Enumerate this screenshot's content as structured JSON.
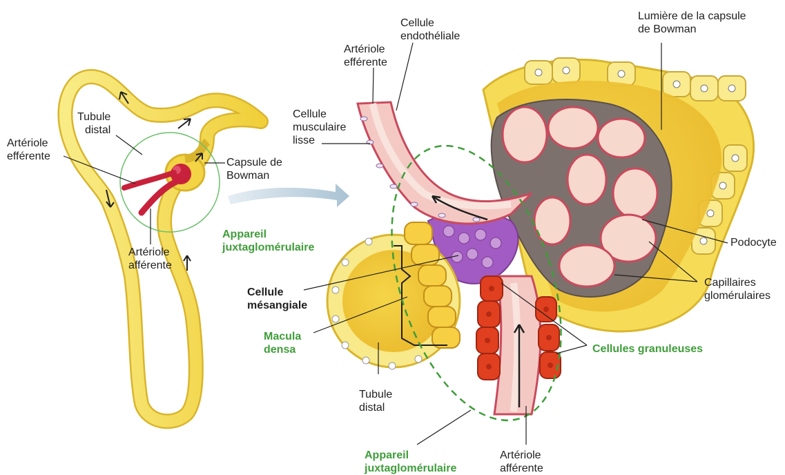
{
  "colors": {
    "tubule": "#f6e05a",
    "tubule_edge": "#d9b52e",
    "vessel": "#f4c9c4",
    "vessel_edge": "#c94a5d",
    "granular": "#e0401f",
    "mesangial": "#a25bc2",
    "podocyte": "#8a7f7b",
    "green_label": "#3f9d3a",
    "lumen": "#f2cf3a"
  },
  "labels": {
    "tubule_distal_left": "Tubule\ndistal",
    "arteriole_efferente_left": "Artériole\nefférente",
    "capsule_bowman_left": "Capsule de\nBowman",
    "arteriole_afferente_left": "Artériole\nafférente",
    "appareil_left": "Appareil\njuxtaglomérulaire",
    "arteriole_efferente_right": "Artériole\nefférente",
    "cellule_endotheliale": "Cellule\nendothéliale",
    "lumiere_capsule": "Lumière de la capsule\nde Bowman",
    "cellule_musculaire": "Cellule\nmusculaire\nlisse",
    "podocyte": "Podocyte",
    "capillaires": "Capillaires\nglomérulaires",
    "cellule_mesangiale": "Cellule\nmésangiale",
    "macula_densa": "Macula\ndensa",
    "cellules_granuleuses": "Cellules granuleuses",
    "tubule_distal_right": "Tubule\ndistal",
    "appareil_bottom": "Appareil\njuxtaglomérulaire",
    "arteriole_afferente_right": "Artériole\nafférente"
  }
}
